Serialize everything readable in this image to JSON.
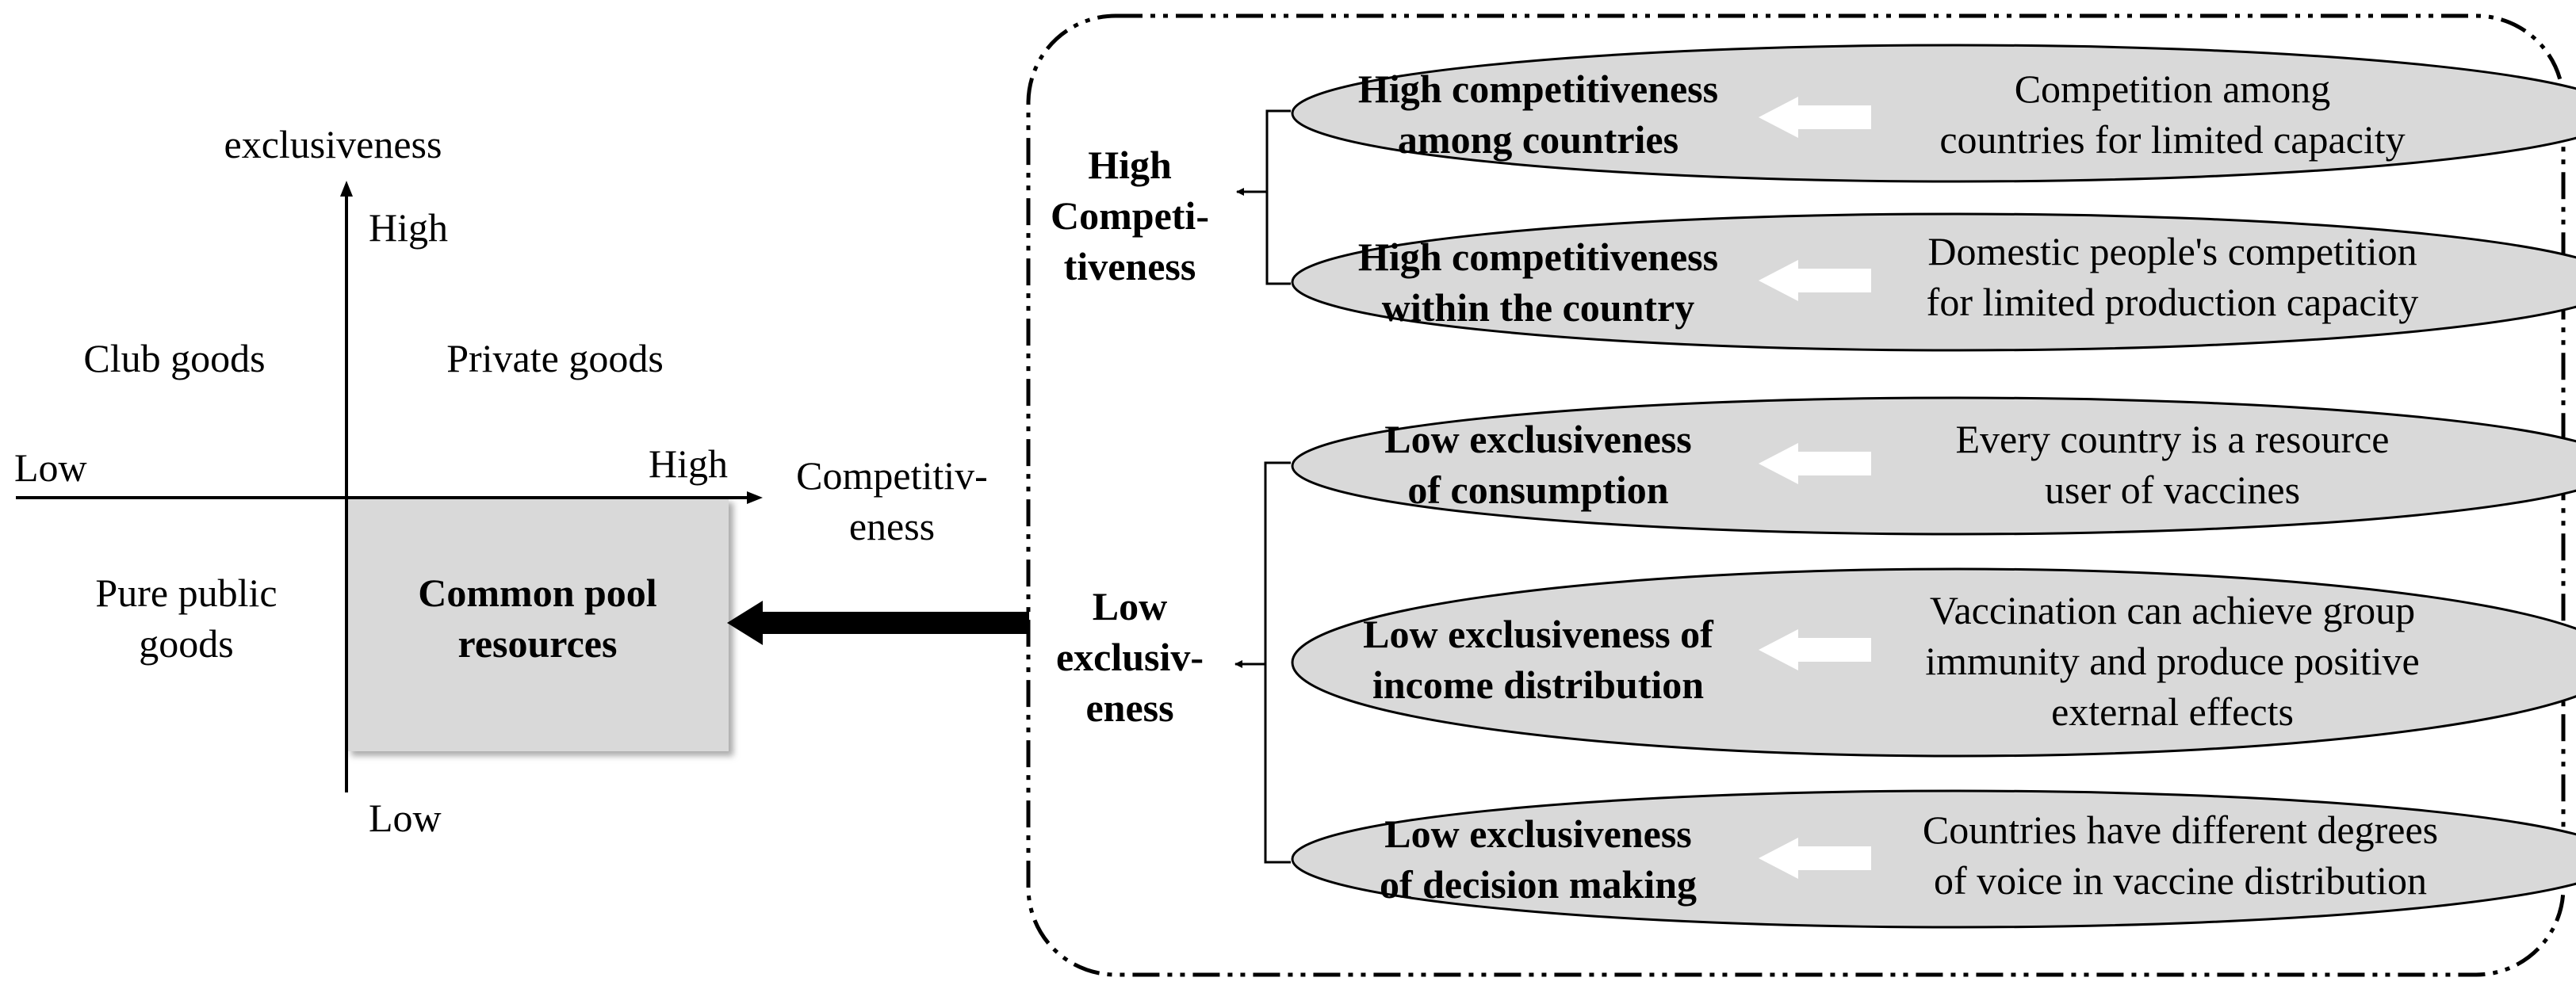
{
  "quadrant": {
    "y_axis_label": "exclusiveness",
    "y_high": "High",
    "y_low": "Low",
    "x_low": "Low",
    "x_high": "High",
    "x_axis_label": [
      "Competitiv-",
      "eness"
    ],
    "club_goods": "Club goods",
    "private_goods": "Private goods",
    "pure_public_goods": [
      "Pure public",
      "goods"
    ],
    "common_pool": [
      "Common pool",
      "resources"
    ]
  },
  "groups": {
    "high": [
      "High",
      "Competi-",
      "tiveness"
    ],
    "low": [
      "Low",
      "exclusiv-",
      "eness"
    ]
  },
  "rows": [
    {
      "left": [
        "High competitiveness",
        "among countries"
      ],
      "right": [
        "Competition among",
        "countries for limited capacity"
      ]
    },
    {
      "left": [
        "High competitiveness",
        "within the country"
      ],
      "right": [
        "Domestic people's competition",
        "for limited production capacity"
      ]
    },
    {
      "left": [
        "Low exclusiveness",
        "of consumption"
      ],
      "right": [
        "Every country is a resource",
        "user of vaccines"
      ]
    },
    {
      "left": [
        "Low exclusiveness of",
        "income distribution"
      ],
      "right": [
        "Vaccination can achieve group",
        "immunity and produce positive",
        "external effects"
      ]
    },
    {
      "left": [
        "Low exclusiveness",
        "of decision making"
      ],
      "right": [
        "Countries have different degrees",
        "of voice in vaccine distribution"
      ]
    }
  ],
  "colors": {
    "ellipse_fill": "#d9d9d9",
    "box_fill": "#d9d9d9",
    "stroke": "#000000",
    "arrow_fill": "#ffffff"
  }
}
